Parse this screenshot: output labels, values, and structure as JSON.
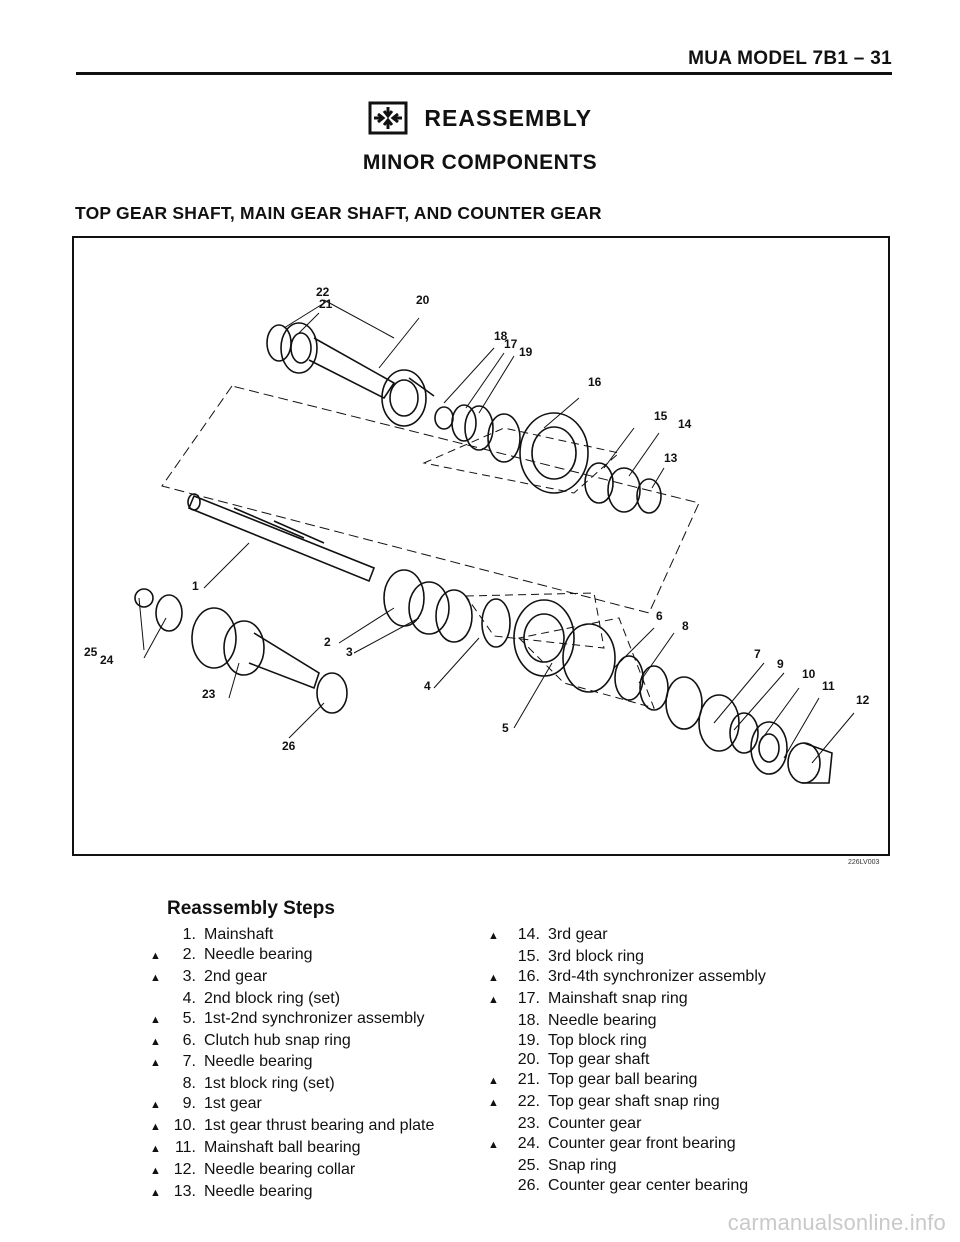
{
  "header": {
    "model": "MUA MODEL  7B1 – 31"
  },
  "reassembly": {
    "title": "REASSEMBLY",
    "icon": "reassembly-arrows-icon"
  },
  "subtitle": "MINOR COMPONENTS",
  "section_title": "TOP GEAR SHAFT, MAIN GEAR SHAFT, AND COUNTER GEAR",
  "figure": {
    "code": "226LV003",
    "callouts": [
      "1",
      "2",
      "3",
      "4",
      "5",
      "6",
      "7",
      "8",
      "9",
      "10",
      "11",
      "12",
      "13",
      "14",
      "15",
      "16",
      "17",
      "18",
      "19",
      "20",
      "21",
      "22",
      "23",
      "24",
      "25",
      "26"
    ]
  },
  "steps_title": "Reassembly Steps",
  "steps": [
    {
      "mark": "",
      "num": "1.",
      "label": "Mainshaft"
    },
    {
      "mark": "▲",
      "num": "2.",
      "label": "Needle bearing"
    },
    {
      "mark": "▲",
      "num": "3.",
      "label": "2nd gear"
    },
    {
      "mark": "",
      "num": "4.",
      "label": "2nd block ring (set)"
    },
    {
      "mark": "▲",
      "num": "5.",
      "label": "1st-2nd synchronizer assembly"
    },
    {
      "mark": "▲",
      "num": "6.",
      "label": "Clutch hub snap ring"
    },
    {
      "mark": "▲",
      "num": "7.",
      "label": "Needle bearing"
    },
    {
      "mark": "",
      "num": "8.",
      "label": "1st block ring (set)"
    },
    {
      "mark": "▲",
      "num": "9.",
      "label": "1st gear"
    },
    {
      "mark": "▲",
      "num": "10.",
      "label": "1st gear thrust bearing and plate"
    },
    {
      "mark": "▲",
      "num": "11.",
      "label": "Mainshaft ball bearing"
    },
    {
      "mark": "▲",
      "num": "12.",
      "label": "Needle bearing collar"
    },
    {
      "mark": "▲",
      "num": "13.",
      "label": "Needle bearing"
    },
    {
      "mark": "▲",
      "num": "14.",
      "label": "3rd gear"
    },
    {
      "mark": "",
      "num": "15.",
      "label": "3rd block ring"
    },
    {
      "mark": "▲",
      "num": "16.",
      "label": "3rd-4th synchronizer assembly"
    },
    {
      "mark": "▲",
      "num": "17.",
      "label": "Mainshaft snap ring"
    },
    {
      "mark": "",
      "num": "18.",
      "label": "Needle bearing"
    },
    {
      "mark": "",
      "num": "19.",
      "label": "Top block ring"
    },
    {
      "mark": "",
      "num": "20.",
      "label": "Top gear shaft"
    },
    {
      "mark": "▲",
      "num": "21.",
      "label": "Top gear ball bearing"
    },
    {
      "mark": "▲",
      "num": "22.",
      "label": "Top gear shaft snap ring"
    },
    {
      "mark": "",
      "num": "23.",
      "label": "Counter gear"
    },
    {
      "mark": "▲",
      "num": "24.",
      "label": "Counter gear front bearing"
    },
    {
      "mark": "",
      "num": "25.",
      "label": "Snap ring"
    },
    {
      "mark": "",
      "num": "26.",
      "label": "Counter gear center bearing"
    }
  ],
  "watermark": "carmanualsonline.info"
}
